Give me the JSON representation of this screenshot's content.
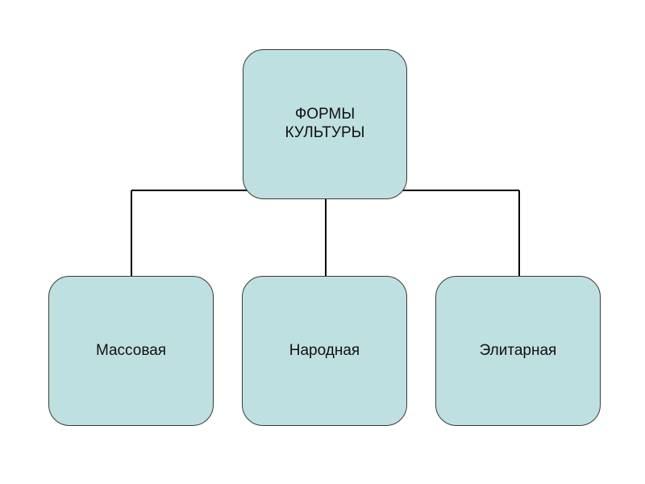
{
  "diagram": {
    "root": {
      "line1": "ФОРМЫ",
      "line2": "КУЛЬТУРЫ"
    },
    "children": [
      {
        "label": "Массовая"
      },
      {
        "label": "Народная"
      },
      {
        "label": "Элитарная"
      }
    ],
    "colors": {
      "node_fill": "#bfe0e0",
      "node_border": "#3a3a3a",
      "connector": "#000000",
      "text": "#111111"
    }
  }
}
